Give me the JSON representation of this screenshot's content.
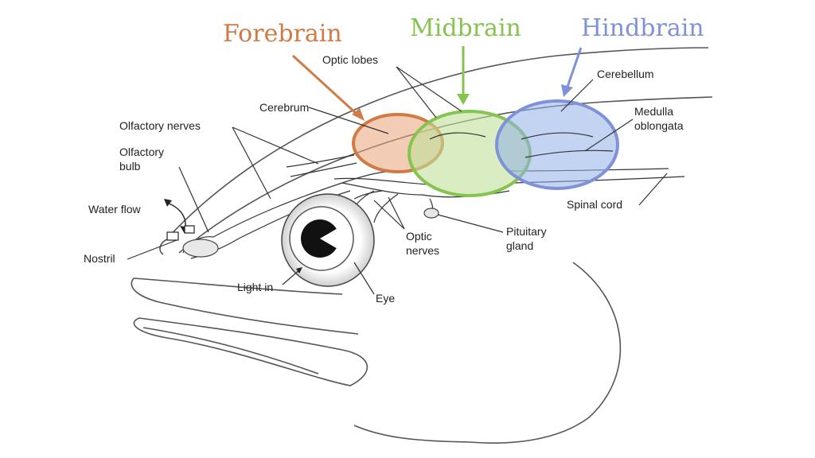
{
  "regions": {
    "forebrain": {
      "label": "Forebrain",
      "color": "#d07a45",
      "fill": "#e9a27a"
    },
    "midbrain": {
      "label": "Midbrain",
      "color": "#86c34f",
      "fill": "#bfe09a"
    },
    "hindbrain": {
      "label": "Hindbrain",
      "color": "#7f92d9",
      "fill": "#8fb0e6"
    }
  },
  "labels": {
    "optic_lobes": "Optic lobes",
    "cerebrum": "Cerebrum",
    "olfactory_nerves": "Olfactory nerves",
    "olfactory_bulb_1": "Olfactory",
    "olfactory_bulb_2": "bulb",
    "water_flow": "Water flow",
    "nostril": "Nostril",
    "light_in": "Light in",
    "eye": "Eye",
    "optic_nerves_1": "Optic",
    "optic_nerves_2": "nerves",
    "pituitary_1": "Pituitary",
    "pituitary_2": "gland",
    "cerebellum": "Cerebellum",
    "medulla_1": "Medulla",
    "medulla_2": "oblongata",
    "spinal_cord": "Spinal cord"
  }
}
